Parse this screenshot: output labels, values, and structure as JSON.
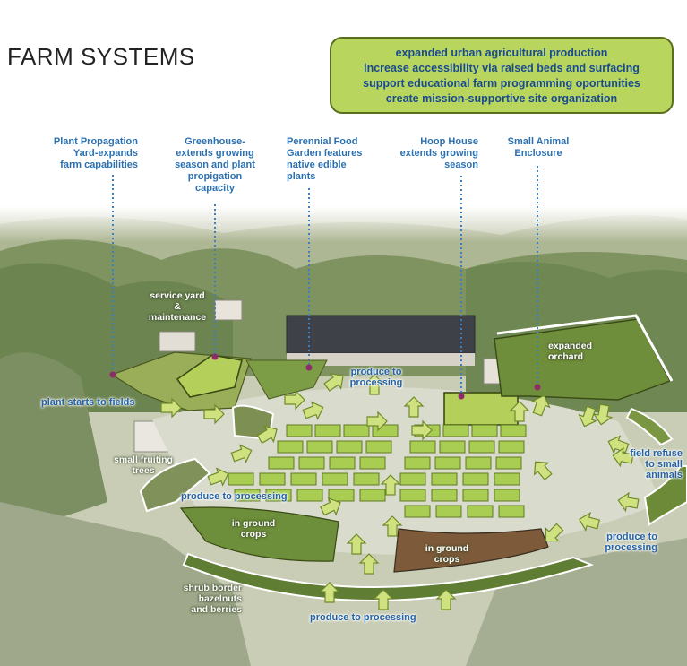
{
  "title": "FARM SYSTEMS",
  "goals": [
    "expanded urban agricultural production",
    "increase accessibility via raised beds and surfacing",
    "support educational farm programming oportunities",
    "create mission-supportive site organization"
  ],
  "callouts": [
    "Plant Propagation\nYard-expands\nfarm capabilities",
    "Greenhouse-\nextends growing\nseason and plant\npropigation\ncapacity",
    "Perennial Food\nGarden features\nnative edible\nplants",
    "Hoop House\nextends growing\nseason",
    "Small Animal\nEnclosure"
  ],
  "site_labels": {
    "service_yard": "service yard\n&\nmaintenance",
    "expanded_orchard": "expanded\norchard",
    "small_fruiting_trees": "small fruiting\ntrees",
    "in_ground_crops_left": "in ground\ncrops",
    "in_ground_crops_right": "in ground\ncrops",
    "shrub_border": "shrub border\nhazelnuts\nand berries"
  },
  "flow_labels": {
    "plant_starts": "plant starts to fields",
    "produce_top": "produce to\nprocessing",
    "produce_middle": "produce to processing",
    "field_refuse": "field refuse\nto small\nanimals",
    "produce_right": "produce to\nprocessing",
    "produce_bottom": "produce to processing"
  },
  "colors": {
    "callout_text": "#2b71b2",
    "goal_box_fill": "#b8d65e",
    "goal_box_border": "#5a6e1e",
    "goal_text": "#1a4a90",
    "bed_fill": "#a8cd52",
    "arrow_fill": "#cfe27f",
    "callout_line": "#3b7fc0",
    "callout_dot": "#8e2c6a"
  }
}
